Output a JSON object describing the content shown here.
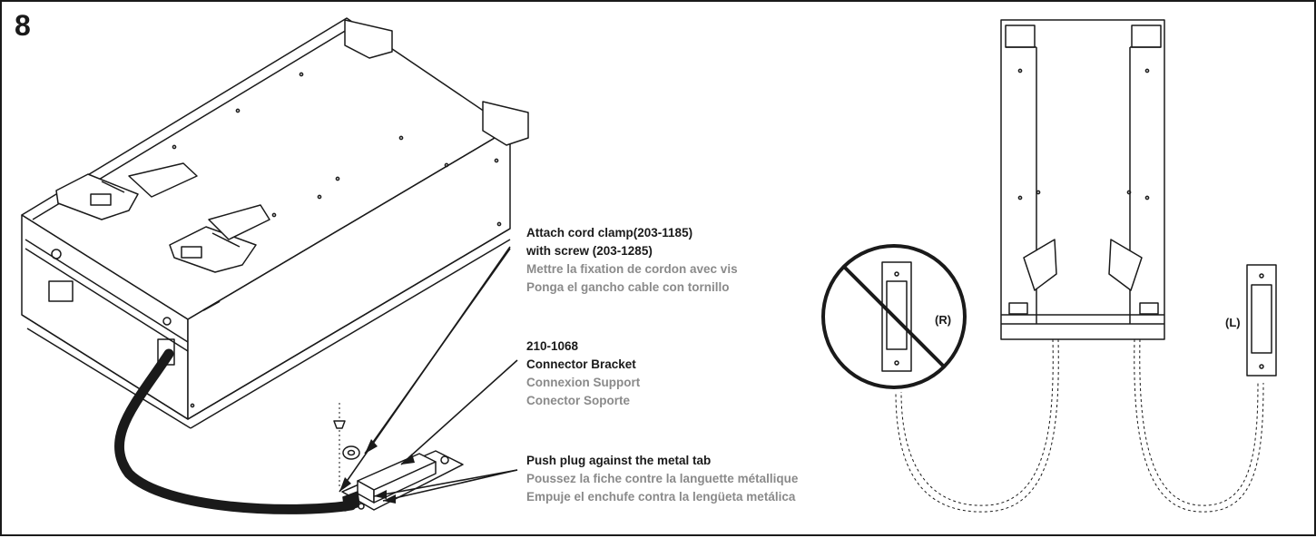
{
  "step": {
    "number": "8"
  },
  "callouts": {
    "cord_clamp": {
      "line1": "Attach cord clamp(203-1185)",
      "line2": "with screw (203-1285)",
      "fr": "Mettre la fixation de cordon avec vis",
      "es": "Ponga el gancho cable con tornillo"
    },
    "bracket": {
      "part": "210-1068",
      "en": "Connector Bracket",
      "fr": "Connexion Support",
      "es": "Conector Soporte"
    },
    "plug": {
      "en": "Push plug against the metal tab",
      "fr": "Poussez la fiche contre la languette métallique",
      "es": "Empuje el enchufe contra la lengüeta metálica"
    }
  },
  "labels": {
    "right": "(R)",
    "left": "(L)"
  },
  "colors": {
    "ink": "#1a1a1a",
    "translation": "#8a8a8a"
  }
}
